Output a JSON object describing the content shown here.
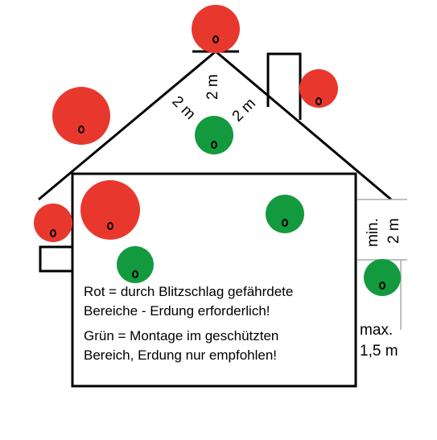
{
  "legend": {
    "red_line1": "Rot = durch Blitzschlag gefährdete",
    "red_line2": "Bereiche - Erdung erforderlich!",
    "green_line1": "Grün = Montage im geschützten",
    "green_line2": "Bereich, Erdung nur empfohlen!"
  },
  "labels": {
    "roof_left": "2 m",
    "roof_top": "2 m",
    "roof_right": "2 m",
    "min_line1": "min.",
    "min_line2": "2 m",
    "max_line1": "max.",
    "max_line2": "1,5 m"
  },
  "colors": {
    "red_zone": "#e8382e",
    "green_zone": "#139a3e",
    "outline": "#000000"
  }
}
